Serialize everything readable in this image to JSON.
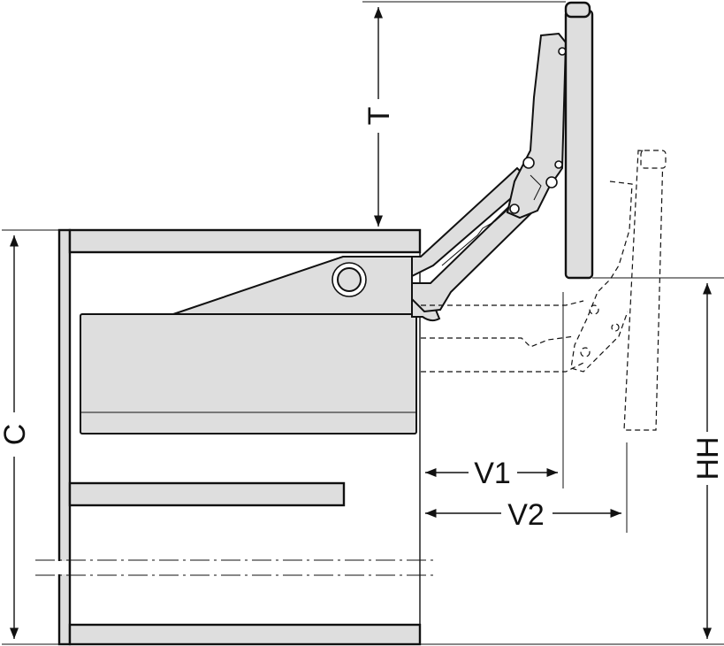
{
  "diagram": {
    "labels": {
      "t": "T",
      "c": "C",
      "hh": "HH",
      "v1": "V1",
      "v2": "V2"
    },
    "colors": {
      "panel_fill": "#dedede",
      "outline": "#111111",
      "background": "#ffffff"
    }
  }
}
